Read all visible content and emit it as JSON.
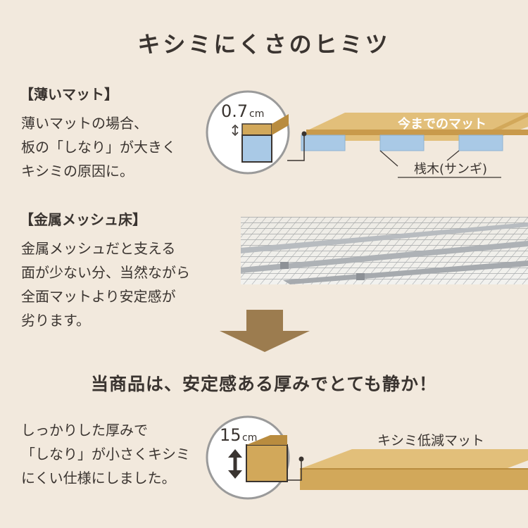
{
  "title": "キシミにくさのヒミツ",
  "section1": {
    "heading": "【薄いマット】",
    "lines": [
      "薄いマットの場合、",
      "板の「しなり」が大きく",
      "キシミの原因に。"
    ],
    "thickness_value": "0.7",
    "thickness_unit": "cm",
    "mat_label": "今までのマット",
    "joist_label": "桟木(サンギ)"
  },
  "section2": {
    "heading": "【金属メッシュ床】",
    "lines": [
      "金属メッシュだと支える",
      "面が少ない分、当然ながら",
      "全面マットより安定感が",
      "劣ります。"
    ]
  },
  "conclusion": "当商品は、安定感ある厚みでとても静か！",
  "section3": {
    "lines": [
      "しっかりした厚みで",
      "「しなり」が小さくキシミ",
      "にくい仕様にしました。"
    ],
    "thickness_value": "15",
    "thickness_unit": "cm",
    "mat_label": "キシミ低減マット"
  },
  "colors": {
    "background": "#f2e9dd",
    "wood": "#d2a85a",
    "wood_dark": "#b98c3f",
    "joist": "#a9c9e6",
    "arrow": "#9c7c4f",
    "text": "#3a3430"
  }
}
